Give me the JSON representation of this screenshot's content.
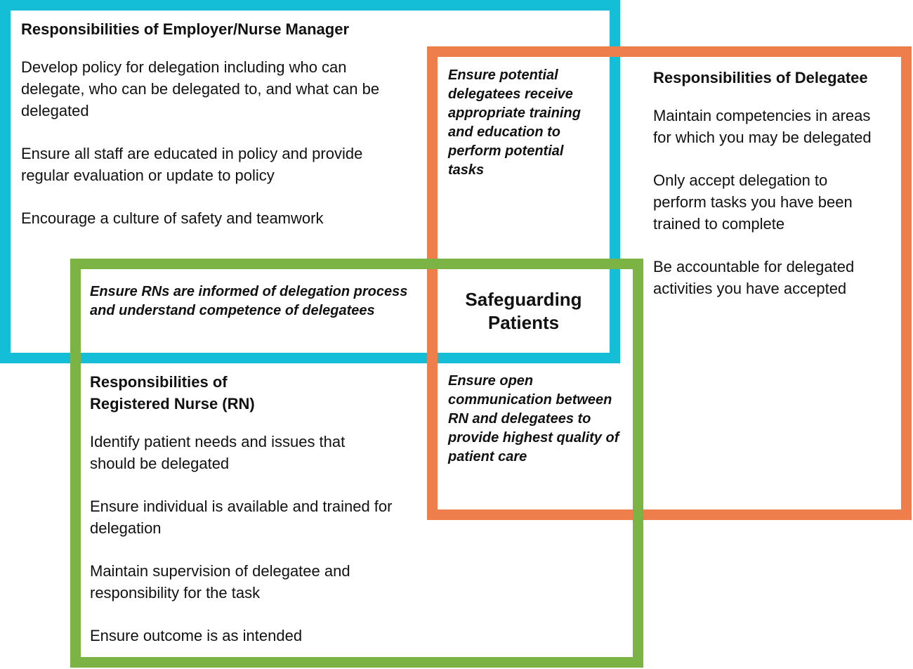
{
  "colors": {
    "employer": "#14BED6",
    "delegatee": "#EF7E4D",
    "rn": "#7BB444"
  },
  "center": {
    "label": "Safeguarding Patients"
  },
  "boxes": {
    "employer": {
      "title": "Responsibilities of Employer/Nurse Manager",
      "items": [
        "Develop policy for delegation including who can delegate, who can be delegated to, and what can be delegated",
        "Ensure all staff are educated in policy and provide regular evaluation or update to policy",
        "Encourage a culture of safety and teamwork"
      ]
    },
    "delegatee": {
      "title": "Responsibilities of Delegatee",
      "items": [
        "Maintain competencies in areas for which you may be delegated",
        "Only accept delegation to perform tasks you have been trained to complete",
        "Be accountable for delegated activities you have accepted"
      ]
    },
    "rn": {
      "title": "Responsibilities of Registered Nurse (RN)",
      "items": [
        "Identify patient needs and issues that should be delegated",
        "Ensure individual is available and trained for delegation",
        "Maintain supervision of delegatee and responsibility for the task",
        "Ensure outcome is as intended"
      ]
    }
  },
  "overlaps": {
    "employer_delegatee": "Ensure potential delegatees receive appropriate training and education to perform potential tasks",
    "employer_rn": "Ensure RNs are informed of delegation process and understand competence of delegatees",
    "rn_delegatee": "Ensure open communication between RN and delegatees to provide highest quality of patient care"
  }
}
